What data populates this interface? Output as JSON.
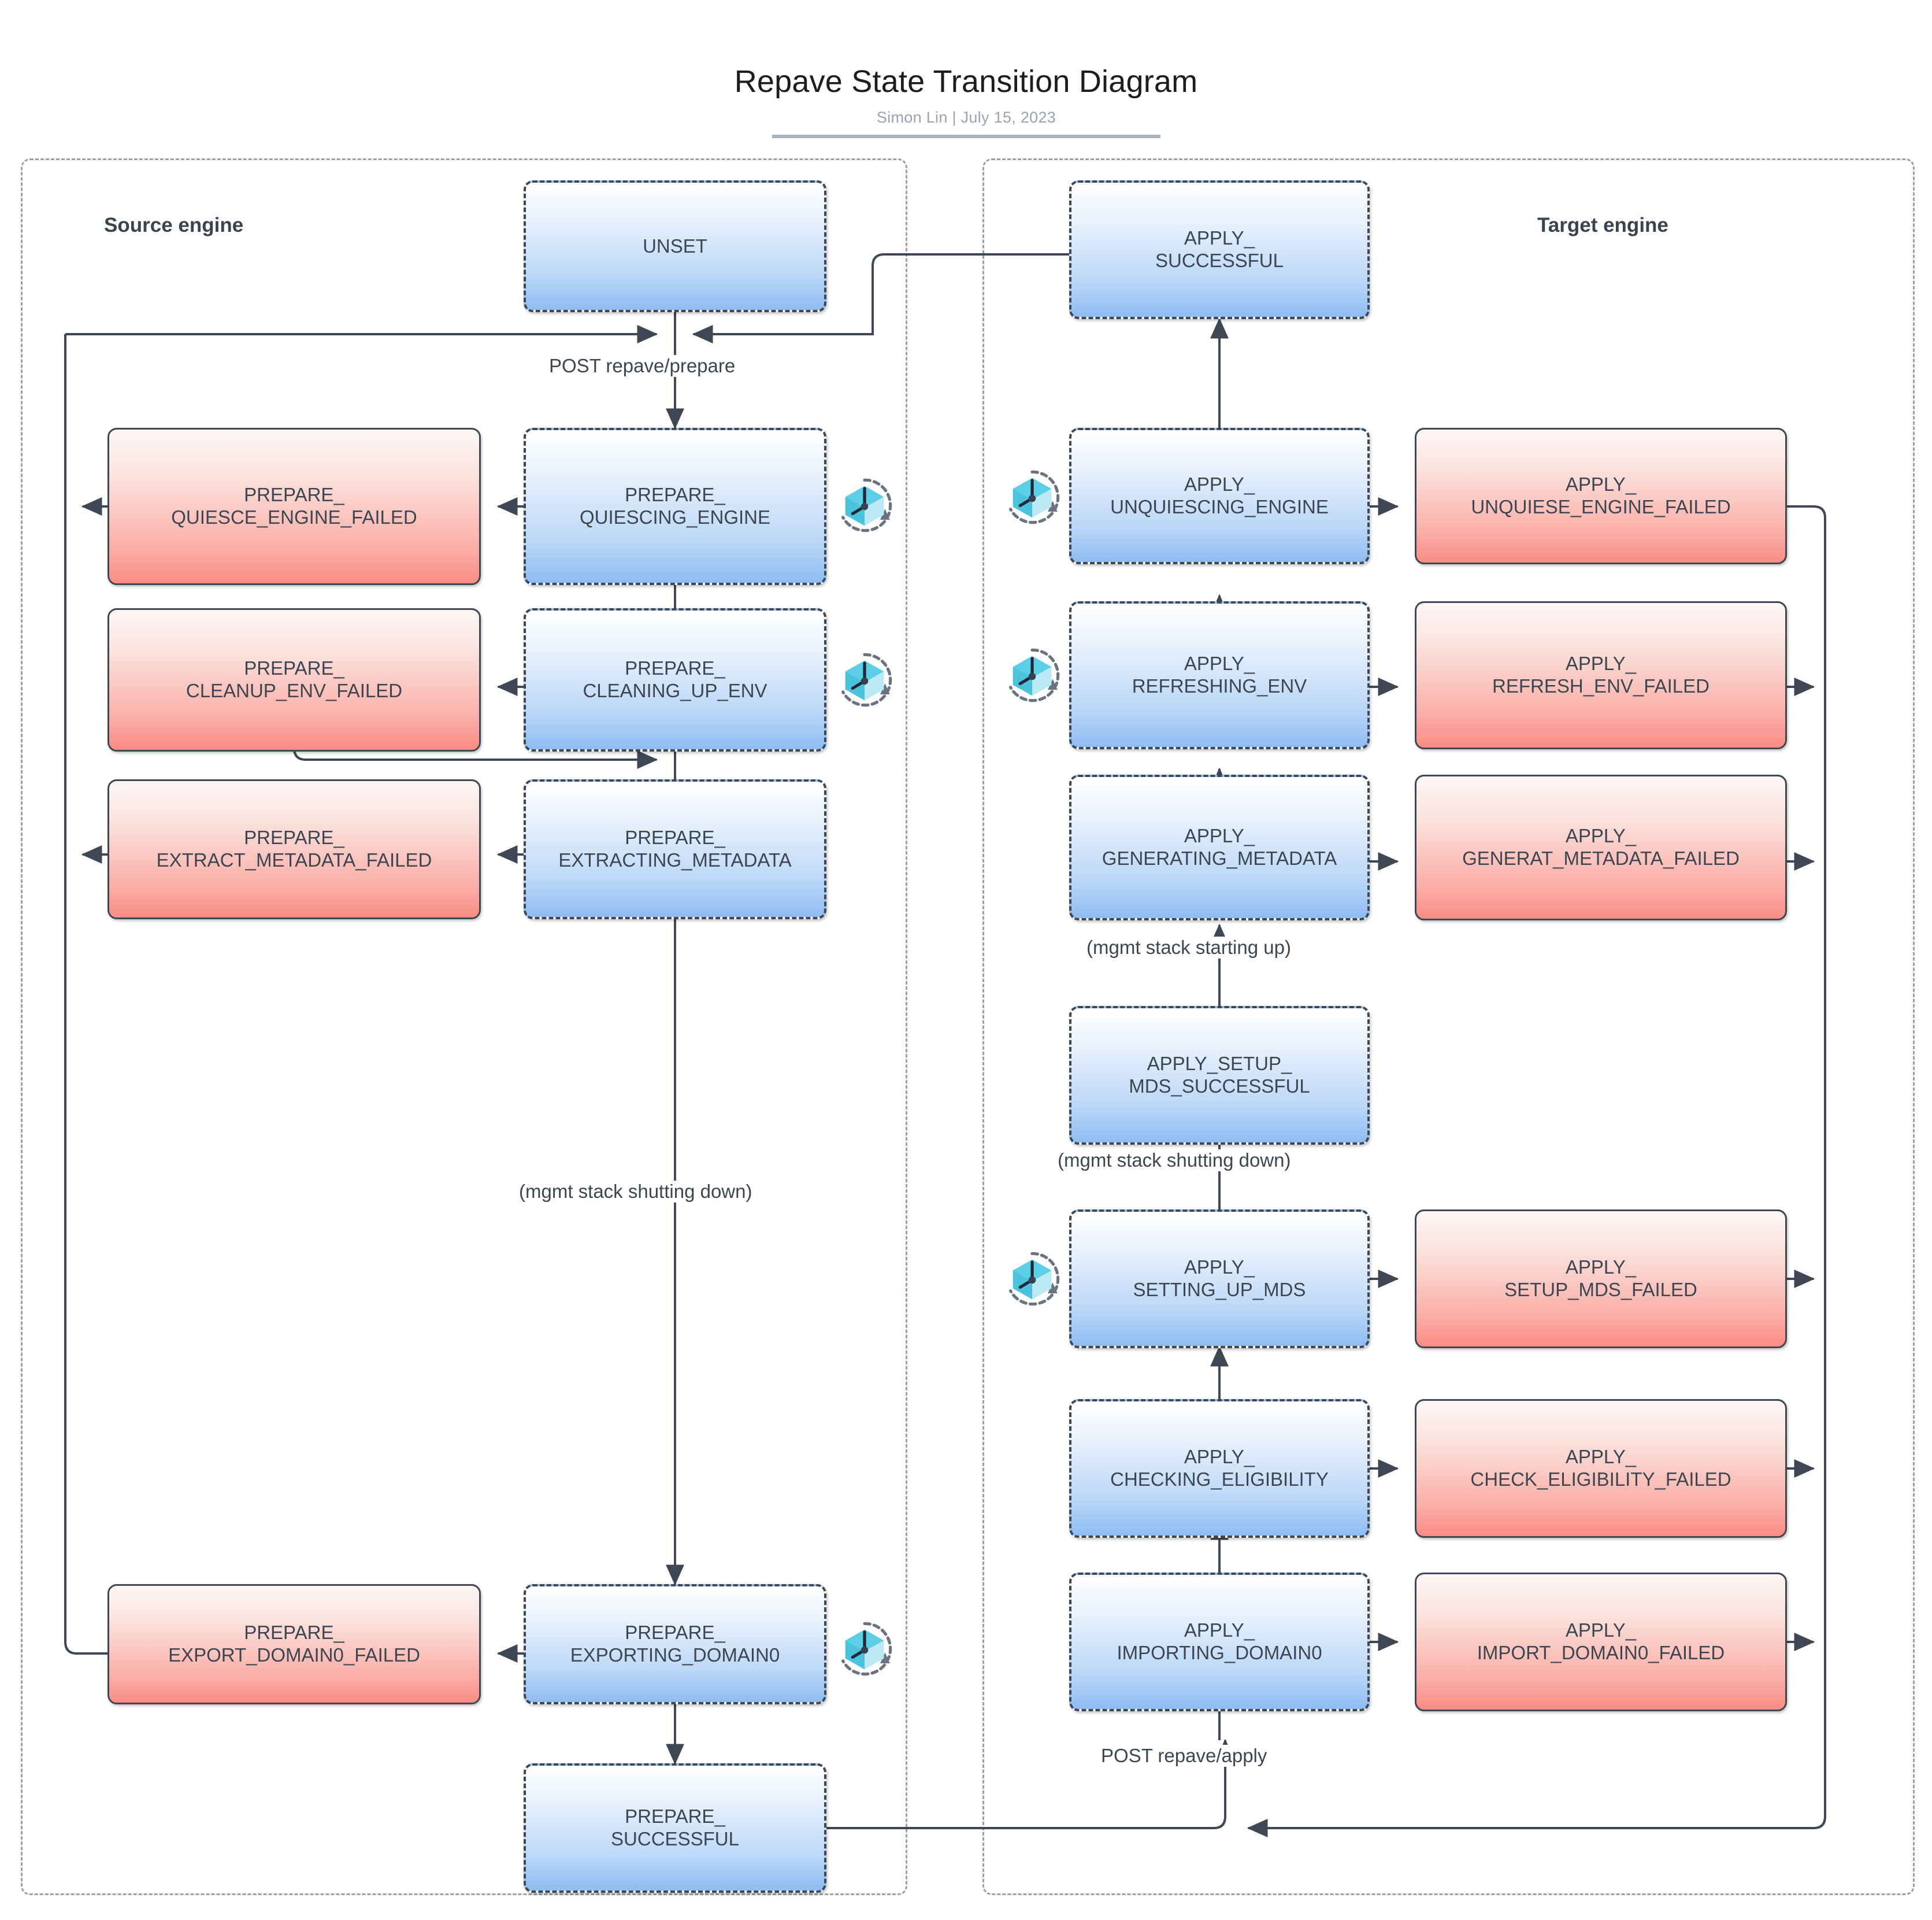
{
  "header": {
    "title": "Repave State Transition Diagram",
    "byline": "Simon Lin  |  July 15, 2023"
  },
  "lanes": {
    "source": {
      "title": "Source engine"
    },
    "target": {
      "title": "Target engine"
    }
  },
  "icons": {
    "retry": "retry-clock-cube-icon"
  },
  "edge_labels": {
    "post_prepare": "POST repave/prepare",
    "post_apply": "POST repave/apply",
    "mgmt_shutting_down_source": "(mgmt stack shutting down)",
    "mgmt_starting_up_target": "(mgmt stack starting up)",
    "mgmt_shutting_down_target": "(mgmt stack shutting down)"
  },
  "nodes": {
    "unset": {
      "label": "UNSET",
      "kind": "blue"
    },
    "prepare_quiescing_engine": {
      "label": "PREPARE_\nQUIESCING_ENGINE",
      "kind": "blue",
      "retry": true
    },
    "prepare_quiesce_engine_failed": {
      "label": "PREPARE_\nQUIESCE_ENGINE_FAILED",
      "kind": "red"
    },
    "prepare_cleaning_up_env": {
      "label": "PREPARE_\nCLEANING_UP_ENV",
      "kind": "blue",
      "retry": true
    },
    "prepare_cleanup_env_failed": {
      "label": "PREPARE_\nCLEANUP_ENV_FAILED",
      "kind": "red"
    },
    "prepare_extracting_metadata": {
      "label": "PREPARE_\nEXTRACTING_METADATA",
      "kind": "blue"
    },
    "prepare_extract_metadata_failed": {
      "label": "PREPARE_\nEXTRACT_METADATA_FAILED",
      "kind": "red"
    },
    "prepare_exporting_domain0": {
      "label": "PREPARE_\nEXPORTING_DOMAIN0",
      "kind": "blue",
      "retry": true
    },
    "prepare_export_domain0_failed": {
      "label": "PREPARE_\nEXPORT_DOMAIN0_FAILED",
      "kind": "red"
    },
    "prepare_successful": {
      "label": "PREPARE_\nSUCCESSFUL",
      "kind": "blue"
    },
    "apply_successful": {
      "label": "APPLY_\nSUCCESSFUL",
      "kind": "blue"
    },
    "apply_unquiescing_engine": {
      "label": "APPLY_\nUNQUIESCING_ENGINE",
      "kind": "blue",
      "retry": true
    },
    "apply_unquiese_engine_failed": {
      "label": "APPLY_\nUNQUIESE_ENGINE_FAILED",
      "kind": "red"
    },
    "apply_refreshing_env": {
      "label": "APPLY_\nREFRESHING_ENV",
      "kind": "blue",
      "retry": true
    },
    "apply_refresh_env_failed": {
      "label": "APPLY_\nREFRESH_ENV_FAILED",
      "kind": "red"
    },
    "apply_generating_metadata": {
      "label": "APPLY_\nGENERATING_METADATA",
      "kind": "blue"
    },
    "apply_generat_metadata_failed": {
      "label": "APPLY_\nGENERAT_METADATA_FAILED",
      "kind": "red"
    },
    "apply_setup_mds_successful": {
      "label": "APPLY_SETUP_\nMDS_SUCCESSFUL",
      "kind": "blue"
    },
    "apply_setting_up_mds": {
      "label": "APPLY_\nSETTING_UP_MDS",
      "kind": "blue",
      "retry": true
    },
    "apply_setup_mds_failed": {
      "label": "APPLY_\nSETUP_MDS_FAILED",
      "kind": "red"
    },
    "apply_checking_eligibility": {
      "label": "APPLY_\nCHECKING_ELIGIBILITY",
      "kind": "blue"
    },
    "apply_check_eligibility_failed": {
      "label": "APPLY_\nCHECK_ELIGIBILITY_FAILED",
      "kind": "red"
    },
    "apply_importing_domain0": {
      "label": "APPLY_\nIMPORTING_DOMAIN0",
      "kind": "blue"
    },
    "apply_import_domain0_failed": {
      "label": "APPLY_\nIMPORT_DOMAIN0_FAILED",
      "kind": "red"
    }
  },
  "colors": {
    "blue_fill_top": "#ffffff",
    "blue_fill_bottom": "#8fbcf2",
    "red_fill_top": "#fdf7f6",
    "red_fill_bottom": "#fa8c85",
    "stroke": "#3f4754",
    "lane_border": "#9aa0a6",
    "icon_cube": "#29b6d8",
    "text": "#3d4551"
  }
}
